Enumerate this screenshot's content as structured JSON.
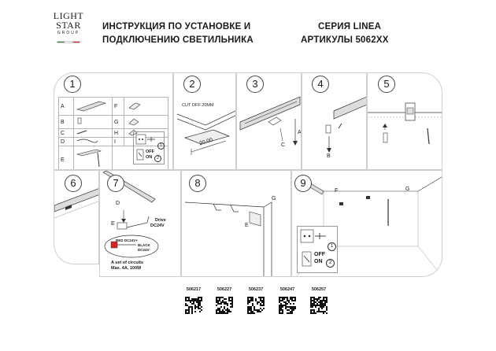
{
  "brand": {
    "line1": "LIGHT",
    "line2": "STAR",
    "line3": "GROUP",
    "flag": [
      "#2e8b3a",
      "#ffffff",
      "#d2232a"
    ]
  },
  "header": {
    "title_line1": "ИНСТРУКЦИЯ ПО УСТАНОВКЕ И",
    "title_line2": "ПОДКЛЮЧЕНИЮ СВЕТИЛЬНИКА",
    "series": "СЕРИЯ LINEA",
    "articles": "АРТИКУЛЫ 5062XX"
  },
  "steps": [
    "1",
    "2",
    "3",
    "4",
    "5",
    "6",
    "7",
    "8",
    "9"
  ],
  "parts_table": {
    "left": [
      "A",
      "B",
      "C",
      "D",
      "E"
    ],
    "right": [
      "F",
      "G",
      "H",
      "I"
    ]
  },
  "step1": {
    "off": "OFF",
    "on": "ON",
    "badge1": "1",
    "badge2": "2"
  },
  "step2": {
    "cut_label": "CUT OFF 20MM",
    "dimension": "20.00"
  },
  "step3": {
    "label_a": "A",
    "label_c": "C"
  },
  "step4": {
    "label_b": "B"
  },
  "step7": {
    "label_d": "D",
    "label_e": "E",
    "drive": "Drive",
    "dc": "DC24V",
    "red": "RED DC24V+",
    "black": "BLACK",
    "black_dc": "DC24V-",
    "note1": "A set of circuits",
    "note2": "Max. 4A, 100W"
  },
  "step8": {
    "label_g": "G",
    "label_e": "E"
  },
  "step9": {
    "label_f": "F",
    "label_g": "G",
    "off": "OFF",
    "on": "ON",
    "badge1": "1",
    "badge2": "2"
  },
  "qr_codes": [
    "506217",
    "506227",
    "506237",
    "506247",
    "506257"
  ]
}
